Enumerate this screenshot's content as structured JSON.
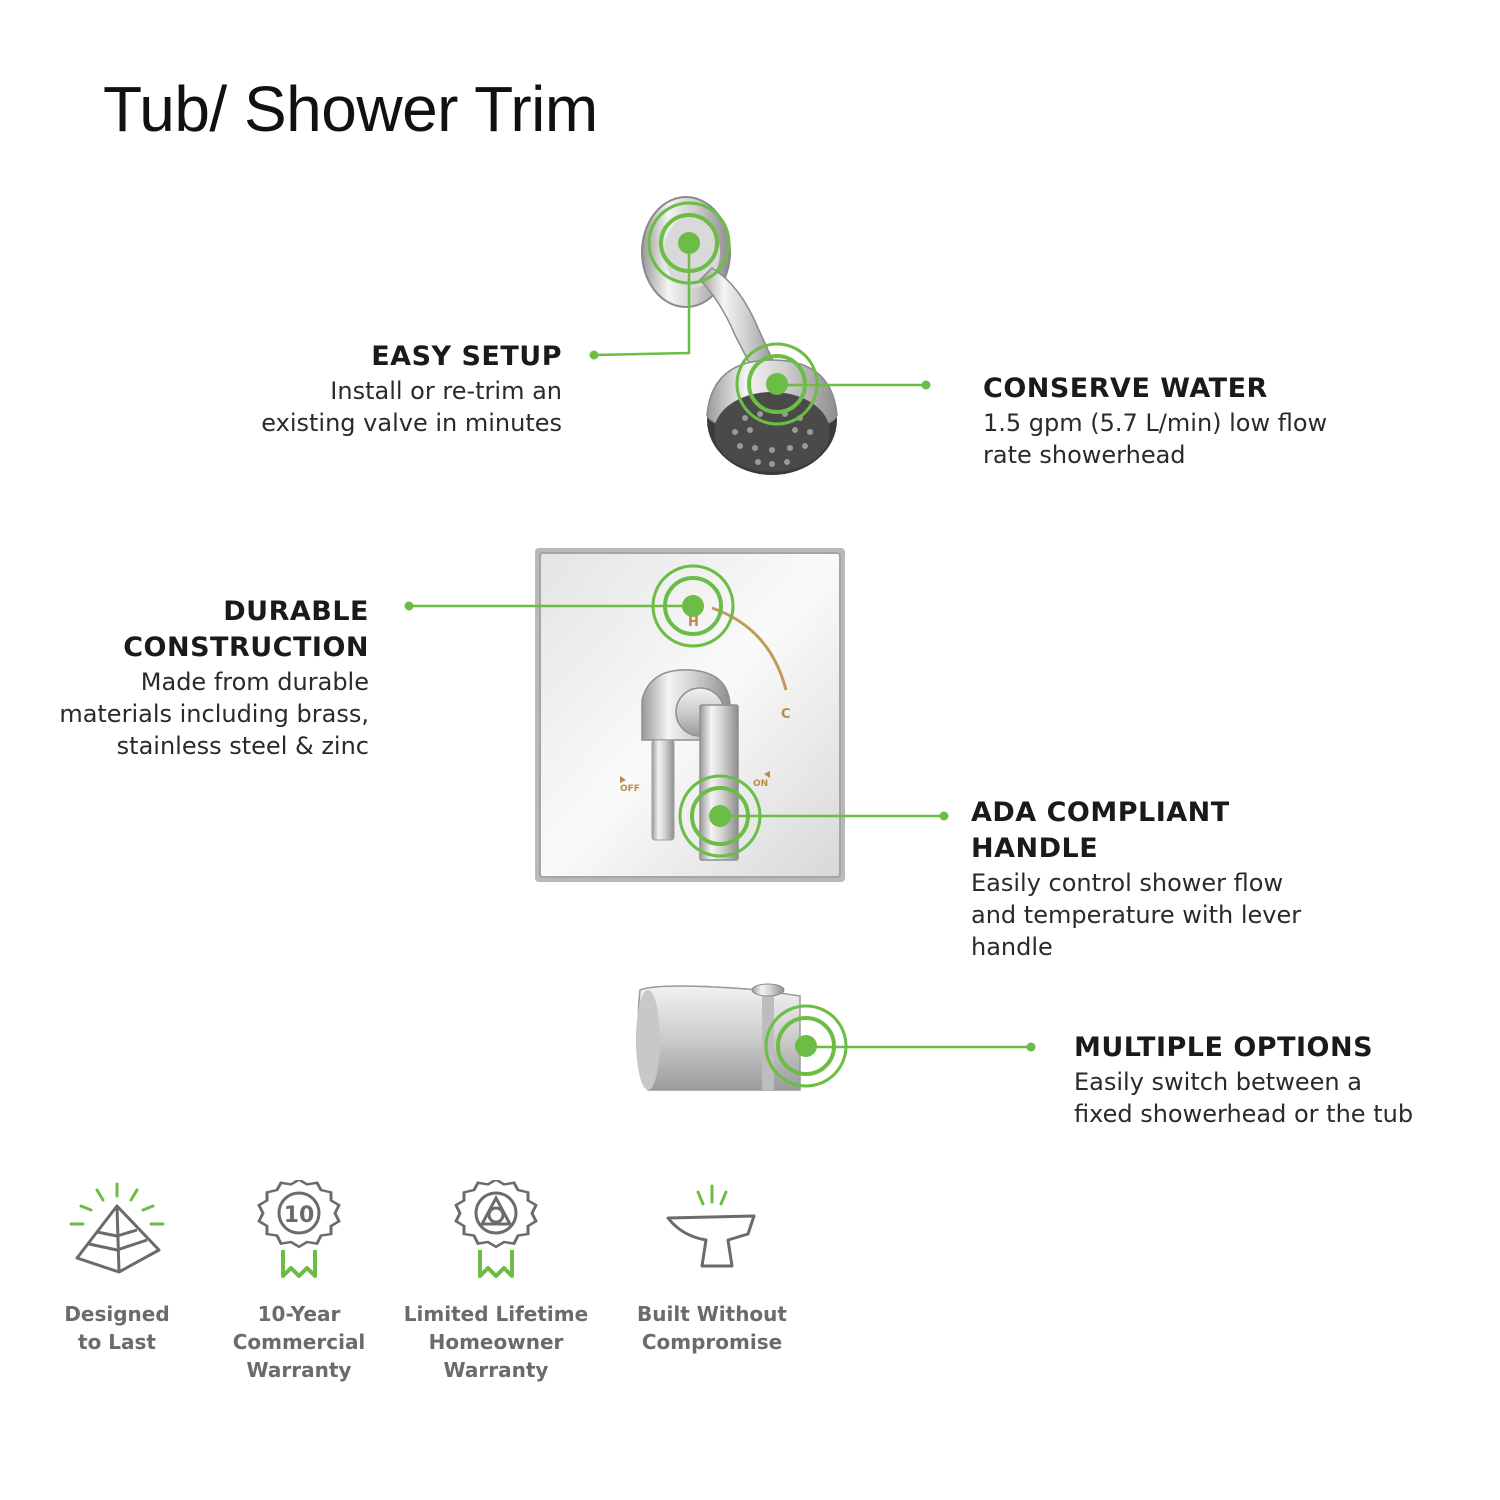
{
  "title": "Tub/ Shower Trim",
  "accent_color": "#6cbd45",
  "features": [
    {
      "title": "EASY SETUP",
      "desc": "Install or re-trim an\nexisting valve in minutes"
    },
    {
      "title": "CONSERVE WATER",
      "desc": "1.5 gpm (5.7 L/min) low flow\nrate showerhead"
    },
    {
      "title": "DURABLE\nCONSTRUCTION",
      "desc": "Made from durable\nmaterials including brass,\nstainless steel & zinc"
    },
    {
      "title": "ADA COMPLIANT\nHANDLE",
      "desc": "Easily control shower flow\nand temperature with lever\nhandle"
    },
    {
      "title": "MULTIPLE OPTIONS",
      "desc": "Easily switch between a\nfixed showerhead or the tub"
    }
  ],
  "valve_labels": {
    "hot": "H",
    "cold": "C",
    "off": "OFF",
    "on": "ON"
  },
  "badges": [
    {
      "label": "Designed\nto Last",
      "icon": "pyramid-icon"
    },
    {
      "label": "10-Year\nCommercial\nWarranty",
      "icon": "ten-year-award-icon",
      "icon_text": "10"
    },
    {
      "label": "Limited Lifetime\nHomeowner\nWarranty",
      "icon": "lifetime-award-icon"
    },
    {
      "label": "Built Without\nCompromise",
      "icon": "anvil-icon"
    }
  ]
}
